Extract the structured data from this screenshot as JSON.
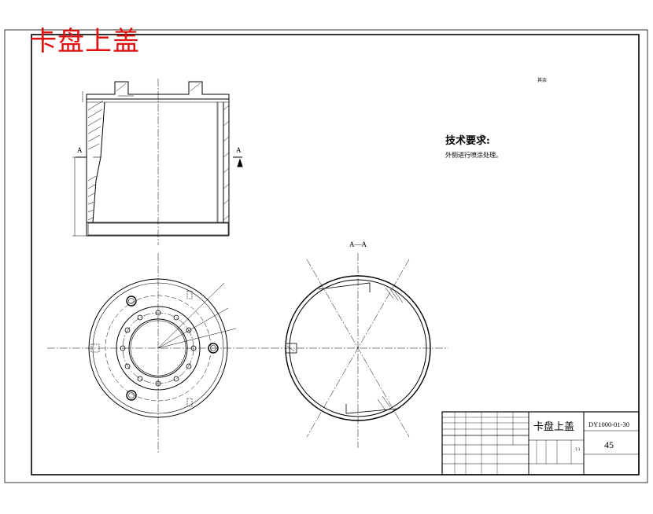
{
  "drawing": {
    "overlay_title": "卡盘上盖",
    "surface_finish_note": "其余",
    "section_label": "A",
    "section_view_title": "A—A"
  },
  "requirements": {
    "title": "技术要求:",
    "lines": [
      "外侧进行喷涂处理。"
    ]
  },
  "title_block": {
    "part_name": "卡盘上盖",
    "drawing_number": "DY1000-01-30",
    "material": "45",
    "scale": "1:1"
  },
  "colors": {
    "overlay": "#e01010",
    "line": "#000000",
    "background": "#ffffff"
  }
}
